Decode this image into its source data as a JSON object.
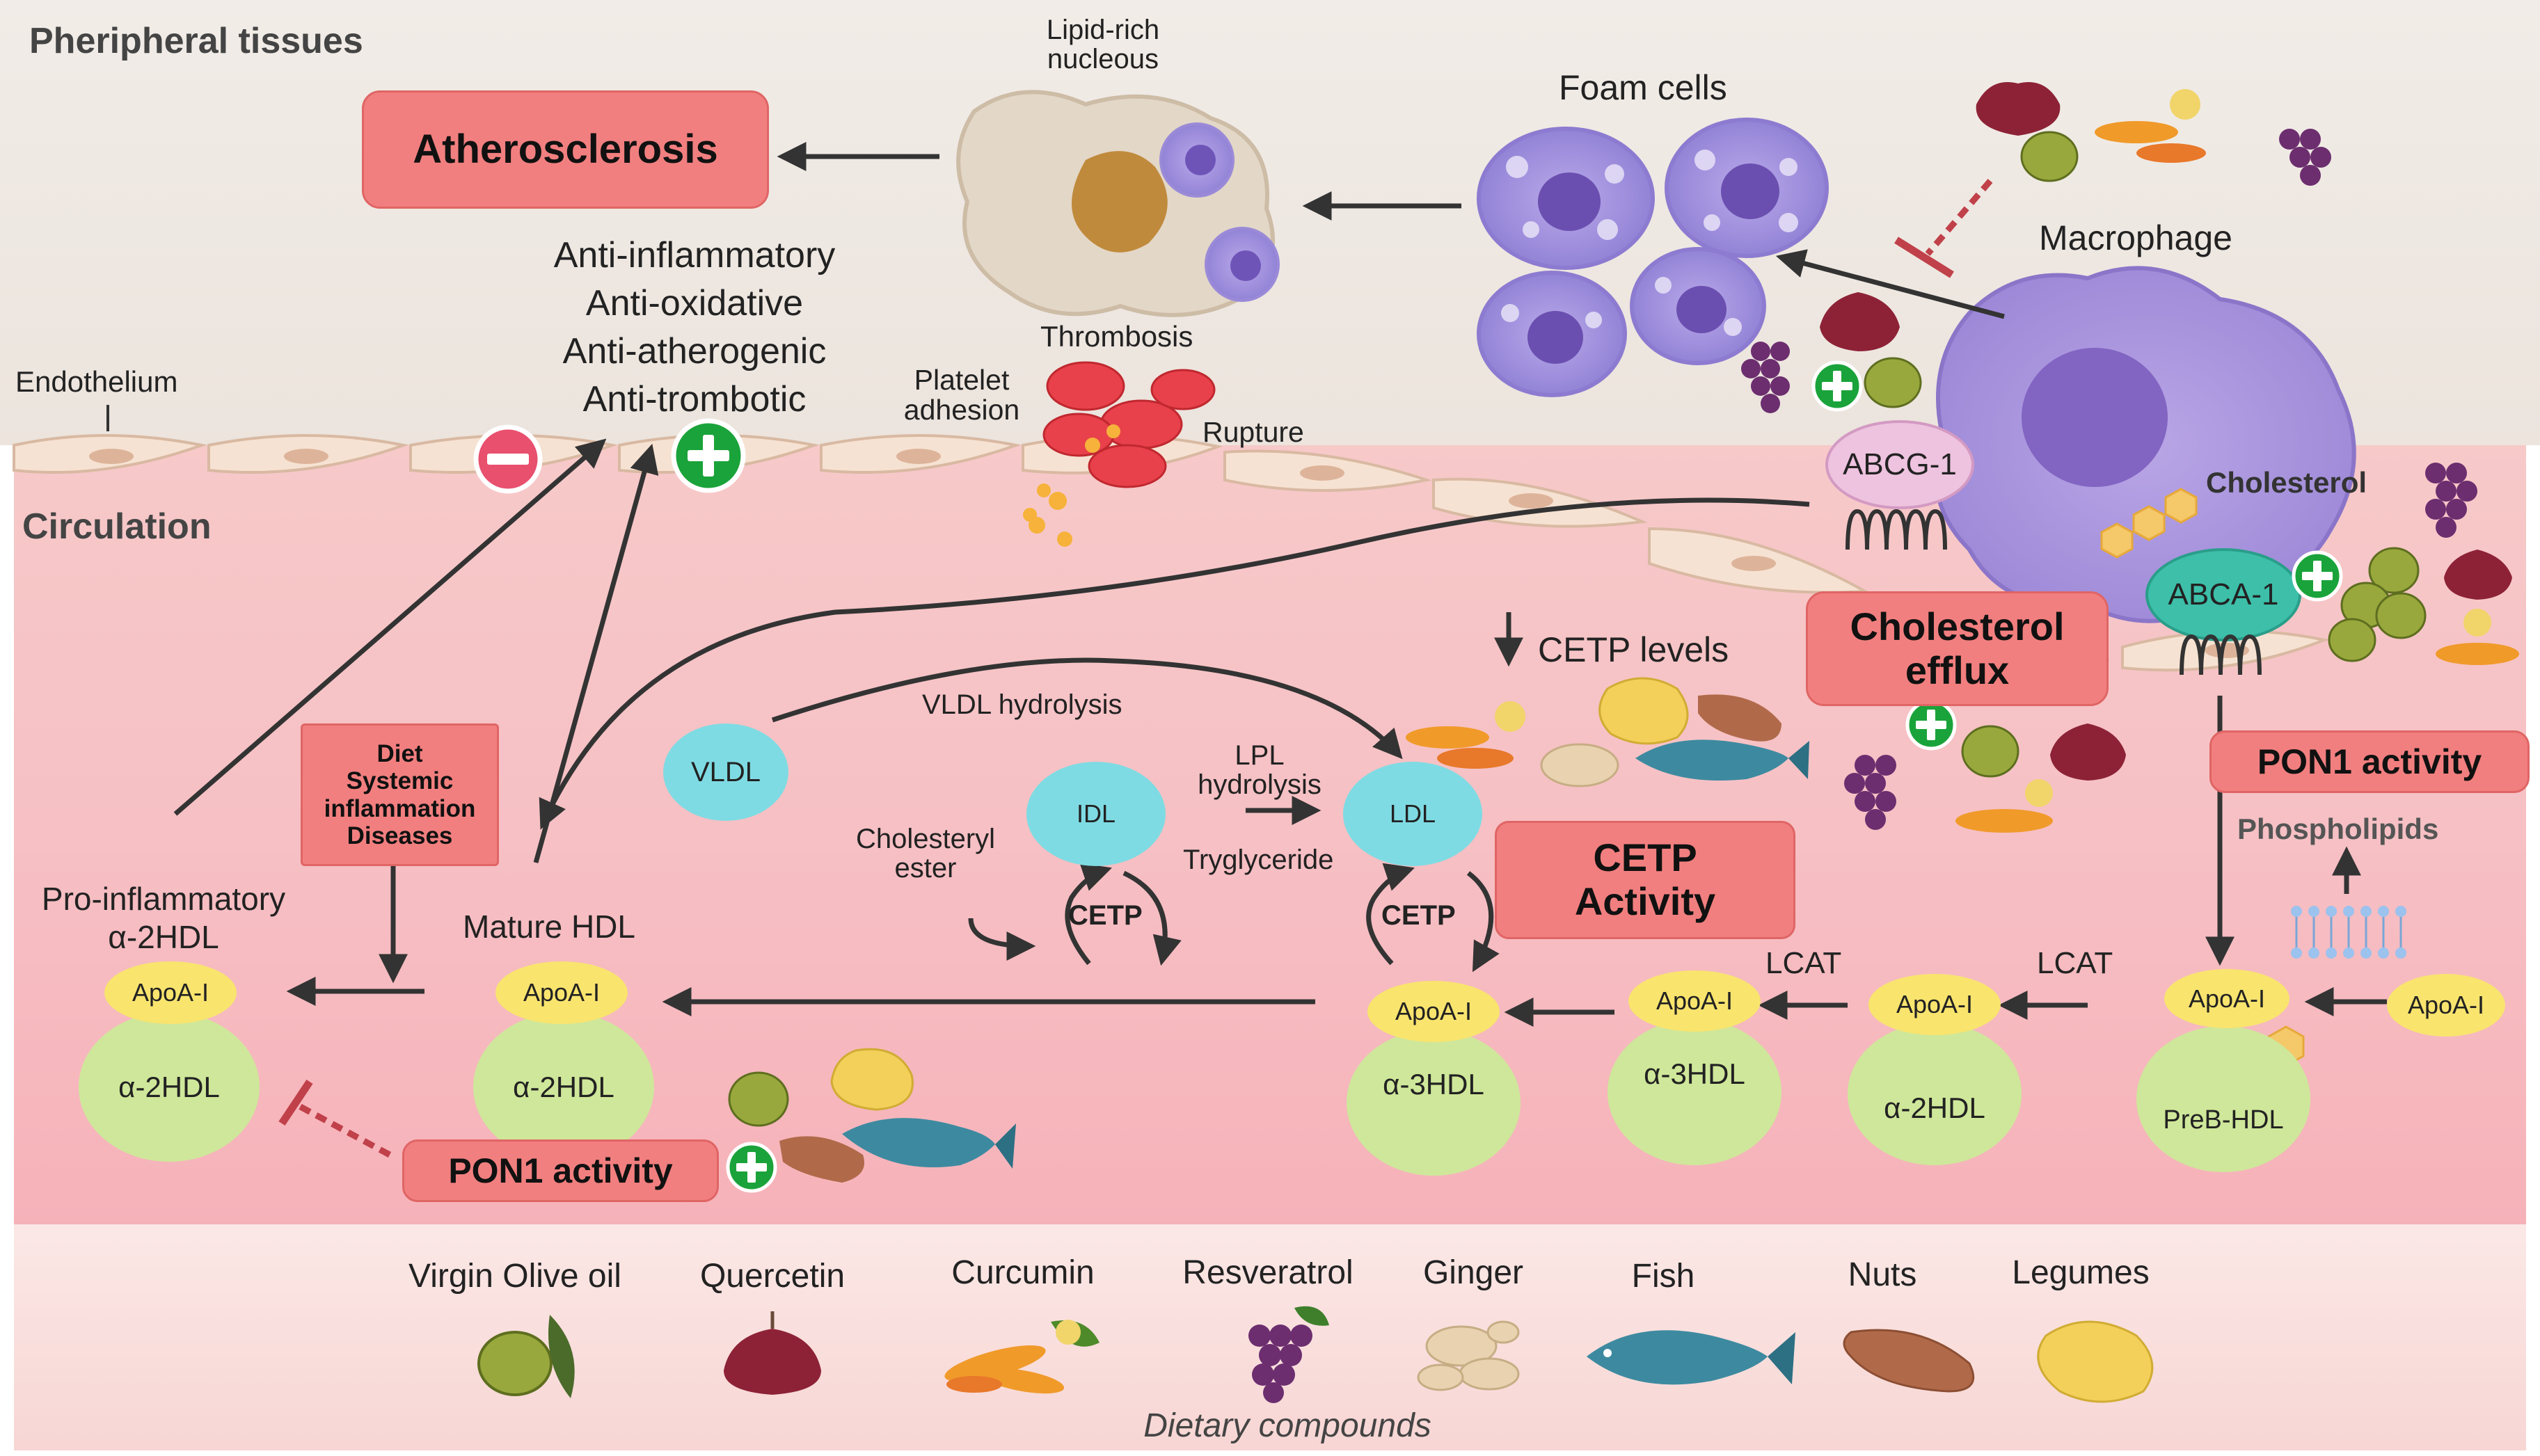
{
  "regions": {
    "peripheral": "Pheripheral tissues",
    "circulation": "Circulation",
    "endothelium": "Endothelium"
  },
  "boxes": {
    "atherosclerosis": "Atherosclerosis",
    "diet_lines": [
      "Diet",
      "Systemic",
      "inflammation",
      "Diseases"
    ],
    "cholesterol_efflux_lines": [
      "Cholesterol",
      "efflux"
    ],
    "cetp_activity_lines": [
      "CETP",
      "Activity"
    ],
    "pon1_right": "PON1 activity",
    "pon1_bottom": "PON1 activity"
  },
  "properties": [
    "Anti-inflammatory",
    "Anti-oxidative",
    "Anti-atherogenic",
    "Anti-trombotic"
  ],
  "labels": {
    "lipid_rich_lines": [
      "Lipid-rich",
      "nucleous"
    ],
    "foam_cells": "Foam cells",
    "macrophage": "Macrophage",
    "thrombosis": "Thrombosis",
    "platelet_lines": [
      "Platelet",
      "adhesion"
    ],
    "rupture": "Rupture",
    "abcg1": "ABCG-1",
    "abca1": "ABCA-1",
    "cholesterol": "Cholesterol",
    "cetp_levels": "CETP levels",
    "vldl_hydrolysis": "VLDL hydrolysis",
    "lpl_lines": [
      "LPL",
      "hydrolysis"
    ],
    "cholesteryl_lines": [
      "Cholesteryl",
      "ester"
    ],
    "tryglyceride": "Tryglyceride",
    "cetp_left": "CETP",
    "cetp_right": "CETP",
    "phospholipids": "Phospholipids",
    "lcat1": "LCAT",
    "lcat2": "LCAT",
    "pro_inflam_lines": [
      "Pro-inflammatory",
      "α-2HDL"
    ],
    "mature_hdl": "Mature HDL"
  },
  "lipoproteins": {
    "vldl": "VLDL",
    "idl": "IDL",
    "ldl": "LDL"
  },
  "hdl": {
    "apoa": "ApoA-I",
    "free_apoa": "ApoA-I",
    "pro_inflam": "α-2HDL",
    "mature": "α-2HDL",
    "a3_left": "α-3HDL",
    "a3_right": "α-3HDL",
    "a2_right": "α-2HDL",
    "preb": "PreB-HDL"
  },
  "dietary": {
    "caption": "Dietary compounds",
    "items": [
      "Virgin Olive oil",
      "Quercetin",
      "Curcumin",
      "Resveratrol",
      "Ginger",
      "Fish",
      "Nuts",
      "Legumes"
    ]
  },
  "colors": {
    "box_fill": "#f27f7f",
    "apoa": "#f9e46e",
    "hdl": "#cfe79a",
    "lipoprotein": "#7fdbe3",
    "plus": "#1aa33a",
    "minus": "#e8506e"
  }
}
